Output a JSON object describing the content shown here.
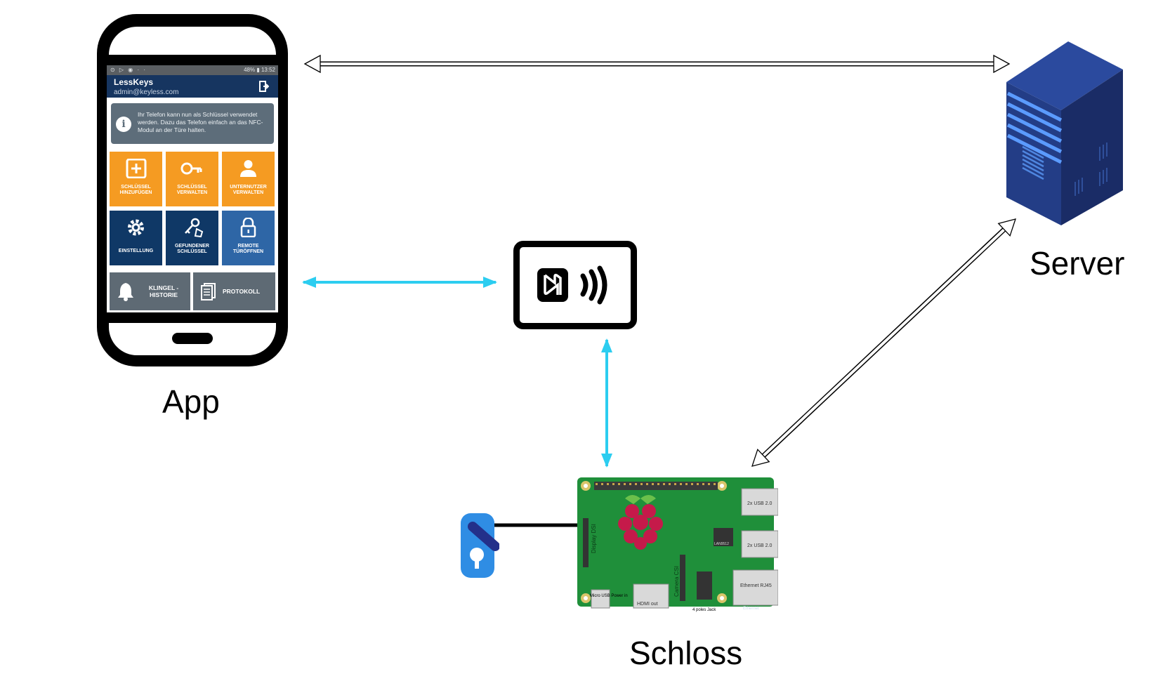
{
  "labels": {
    "app": "App",
    "server": "Server",
    "lock": "Schloss"
  },
  "phone": {
    "status_right": "48% ▮ 13:52",
    "app_title": "LessKeys",
    "app_subtitle": "admin@keyless.com",
    "notice": "Ihr Telefon kann nun als Schlüssel verwendet werden. Dazu das Telefon einfach an das NFC-Modul an der Türe halten.",
    "tiles": [
      {
        "label": "SCHLÜSSEL HINZUFÜGEN",
        "icon": "plus-square-icon"
      },
      {
        "label": "SCHLÜSSEL VERWALTEN",
        "icon": "key-icon"
      },
      {
        "label": "UNTERNUTZER VERWALTEN",
        "icon": "person-icon"
      },
      {
        "label": "EINSTELLUNG",
        "icon": "gear-icon"
      },
      {
        "label": "GEFUNDENER SCHLÜSSEL",
        "icon": "found-keys-icon"
      },
      {
        "label": "REMOTE TÜRÖFFNEN",
        "icon": "padlock-open-icon"
      }
    ],
    "wide_tiles": [
      {
        "label": "KLINGEL - HISTORIE",
        "icon": "bell-icon"
      },
      {
        "label": "PROTOKOLL",
        "icon": "document-icon"
      }
    ]
  },
  "pi_board": {
    "usb1": "2x USB 2.0",
    "usb2": "2x USB 2.0",
    "ethernet": "Ethernet RJ45",
    "ethernet_edge": "Ethernet",
    "display": "Display DSI",
    "camera": "Camera CSI",
    "hdmi": "HDMI out",
    "micro_usb": "Micro USB Power in",
    "audio": "4 poles Jack",
    "lan_chip": "LAN9512"
  },
  "colors": {
    "link_wireless": "#2ccdf0",
    "link_network": "#ffffff",
    "tile_orange": "#f59b22",
    "tile_navy": "#0f3866",
    "tile_blue": "#2e66a6",
    "server_blue": "#1e3a8a",
    "server_light": "#5b9bff",
    "pi_green": "#1f8f3a"
  }
}
